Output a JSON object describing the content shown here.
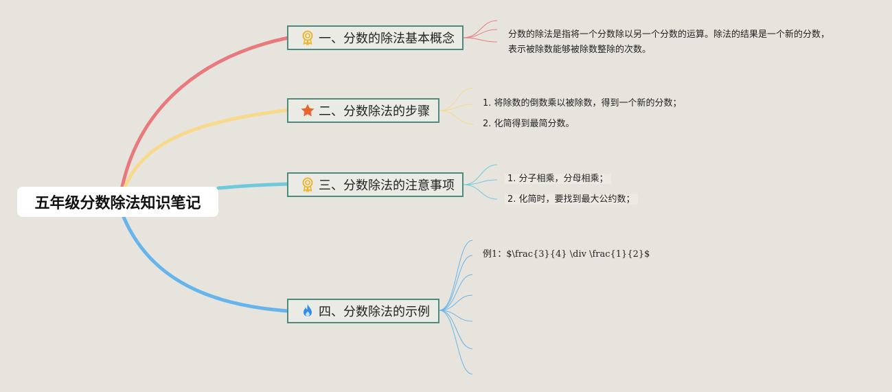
{
  "root": {
    "title": "五年级分数除法知识笔记"
  },
  "branches": [
    {
      "icon": "award-ribbon-icon",
      "label": "一、分数的除法基本概念",
      "color": "#e87a7e",
      "leaves": [
        "分数的除法是指将一个分数除以另一个分数的运算。除法的结果是一个新的分数，表示被除数能够被除数整除的次数。"
      ]
    },
    {
      "icon": "star-icon",
      "label": "二、分数除法的步骤",
      "color": "#f8d98c",
      "leaves": [
        "1. 将除数的倒数乘以被除数，得到一个新的分数；",
        "2. 化简得到最简分数。"
      ]
    },
    {
      "icon": "award-ribbon-icon",
      "label": "三、分数除法的注意事项",
      "color": "#6ec9dd",
      "leaves": [
        "1. 分子相乘，分母相乘；",
        "2. 化简时，要找到最大公约数；"
      ]
    },
    {
      "icon": "flame-icon",
      "label": "四、分数除法的示例",
      "color": "#66b4ec",
      "leaves": [
        "例1：$\\frac{3}{4} \\div \\frac{1}{2}$"
      ]
    }
  ]
}
